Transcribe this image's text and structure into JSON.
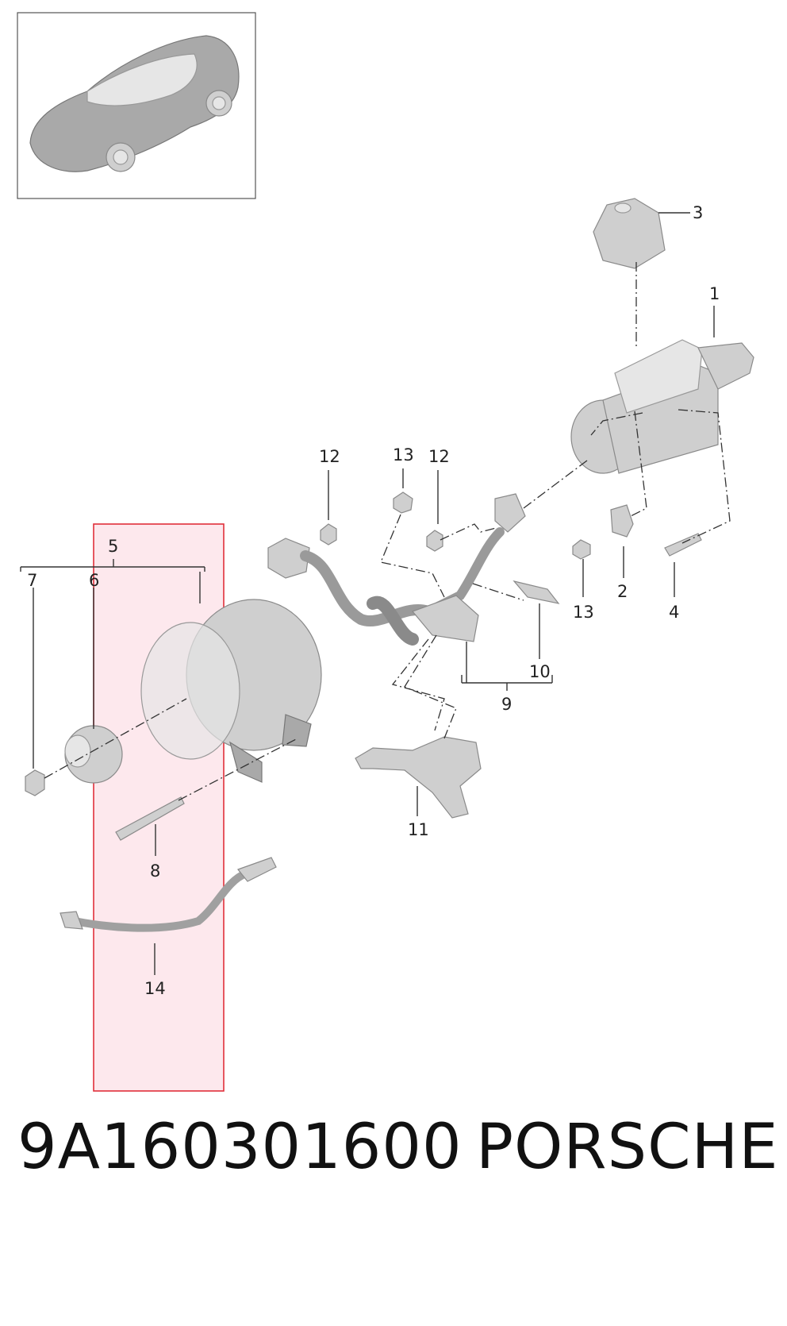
{
  "callouts": {
    "c1": "1",
    "c2": "2",
    "c3": "3",
    "c4": "4",
    "c5": "5",
    "c6": "6",
    "c7": "7",
    "c8": "8",
    "c9": "9",
    "c10": "10",
    "c11": "11",
    "c12a": "12",
    "c12b": "12",
    "c13a": "13",
    "c13b": "13",
    "c14": "14"
  },
  "footer": {
    "part_number": "9A160301600",
    "brand": "PORSCHE"
  },
  "colors": {
    "highlight_fill": "#fde4ea",
    "highlight_border": "#e0303a"
  }
}
